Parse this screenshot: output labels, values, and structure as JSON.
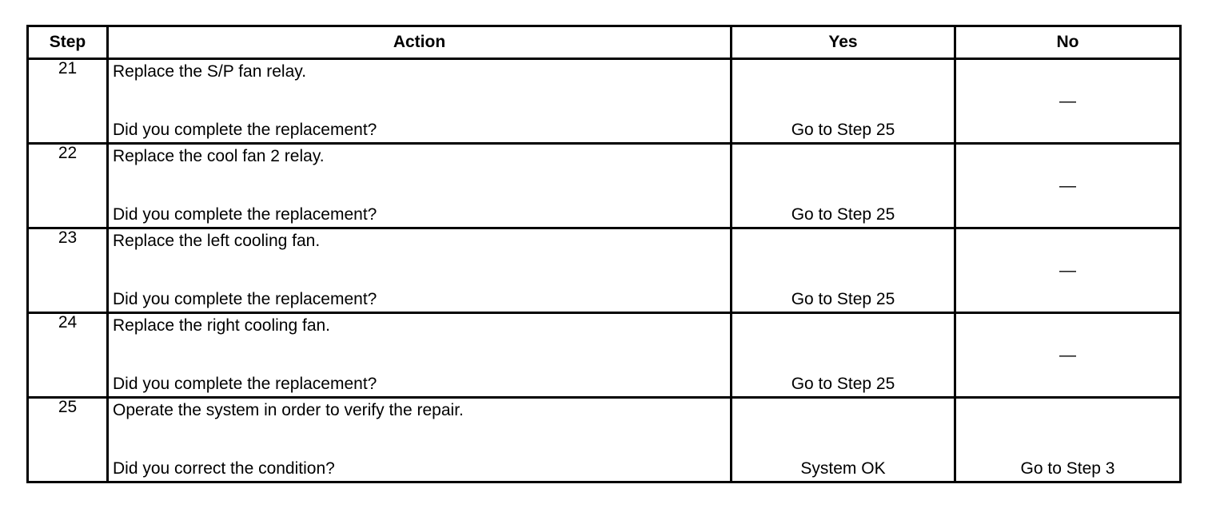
{
  "table": {
    "columns": [
      {
        "key": "step",
        "header": "Step"
      },
      {
        "key": "action",
        "header": "Action"
      },
      {
        "key": "yes",
        "header": "Yes"
      },
      {
        "key": "no",
        "header": "No"
      }
    ],
    "rows": [
      {
        "step": "21",
        "action_instruction": "Replace the S/P fan relay.",
        "action_question": "Did you complete the replacement?",
        "yes": "Go to Step 25",
        "no": "—"
      },
      {
        "step": "22",
        "action_instruction": "Replace the cool fan 2 relay.",
        "action_question": "Did you complete the replacement?",
        "yes": "Go to Step 25",
        "no": "—"
      },
      {
        "step": "23",
        "action_instruction": "Replace the left cooling fan.",
        "action_question": "Did you complete the replacement?",
        "yes": "Go to Step 25",
        "no": "—"
      },
      {
        "step": "24",
        "action_instruction": "Replace the right cooling fan.",
        "action_question": "Did you complete the replacement?",
        "yes": "Go to Step 25",
        "no": "—"
      },
      {
        "step": "25",
        "action_instruction": "Operate the system in order to verify the repair.",
        "action_question": "Did you correct the condition?",
        "yes": "System OK",
        "no": "Go to Step 3"
      }
    ]
  },
  "colors": {
    "background": "#ffffff",
    "text": "#000000",
    "border": "#000000"
  }
}
